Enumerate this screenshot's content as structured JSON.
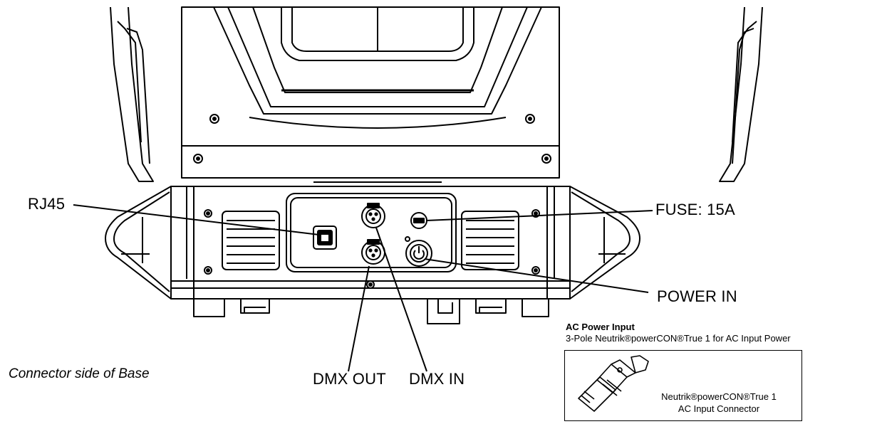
{
  "callouts": {
    "rj45": "RJ45",
    "fuse": "FUSE: 15A",
    "power_in": "POWER IN",
    "dmx_out": "DMX OUT",
    "dmx_in": "DMX IN"
  },
  "caption": "Connector side of Base",
  "ac_power": {
    "title": "AC Power Input",
    "description": "3-Pole Neutrik®powerCON®True 1 for AC Input Power",
    "connector_line1": "Neutrik®powerCON®True 1",
    "connector_line2": "AC Input Connector"
  }
}
